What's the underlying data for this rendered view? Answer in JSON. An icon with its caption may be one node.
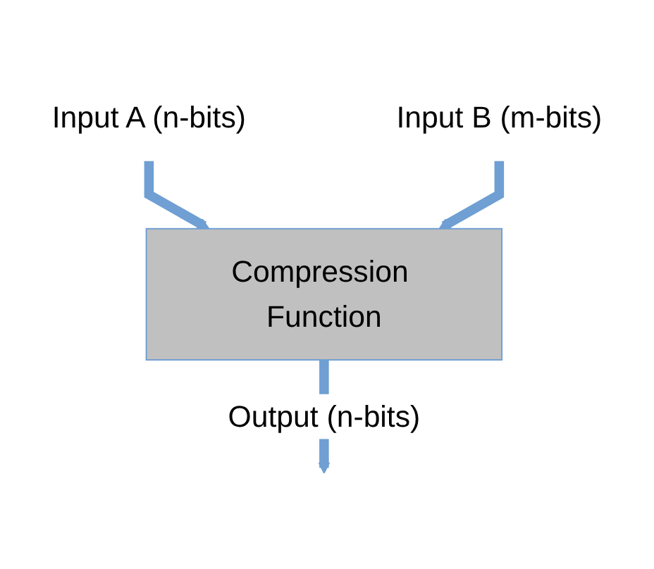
{
  "diagram": {
    "nodes": [
      {
        "text": [
          "Input A (n-bits)"
        ]
      },
      {
        "text": [
          "Input B (m-bits)"
        ]
      },
      {
        "text": [
          "Compression Function"
        ]
      }
    ],
    "edges": [
      {
        "from": 0,
        "to": 2,
        "arrow": "to"
      },
      {
        "from": 1,
        "to": 2,
        "arrow": "to"
      },
      {
        "from": 2,
        "to": null,
        "arrow": "to",
        "label": "Output (n-bits)"
      }
    ]
  }
}
